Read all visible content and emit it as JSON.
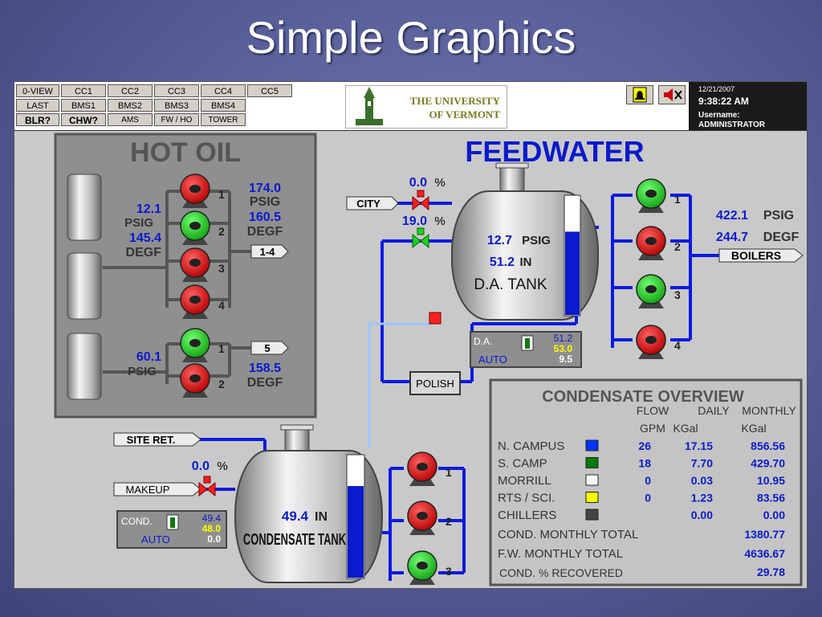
{
  "slide": {
    "title": "Simple Graphics"
  },
  "nav": {
    "row1": [
      "0-VIEW",
      "CC1",
      "CC2",
      "CC3",
      "CC4",
      "CC5"
    ],
    "row2": [
      "LAST",
      "BMS1",
      "BMS2",
      "BMS3",
      "BMS4"
    ],
    "row3": [
      "BLR?",
      "CHW?",
      "AMS",
      "FW / HO",
      "TOWER"
    ]
  },
  "logo": {
    "line1": "THE UNIVERSITY",
    "line2": "OF VERMONT"
  },
  "header": {
    "date": "12/21/2007",
    "time": "9:38:22 AM",
    "user_label": "Username:",
    "user": "ADMINISTRATOR"
  },
  "icons": {
    "alarm": "bell-icon",
    "mute": "speaker-mute-icon"
  },
  "hot_oil": {
    "title": "HOT OIL",
    "group_a": {
      "psig": "12.1",
      "psig_unit": "PSIG",
      "degf": "145.4",
      "degf_unit": "DEGF",
      "out_psig": "174.0",
      "out_psig_unit": "PSIG",
      "out_degf": "160.5",
      "out_degf_unit": "DEGF",
      "tag": "1-4",
      "pumps": [
        "1",
        "2",
        "3",
        "4"
      ]
    },
    "group_b": {
      "psig": "60.1",
      "psig_unit": "PSIG",
      "tag": "5",
      "degf": "158.5",
      "degf_unit": "DEGF",
      "pumps": [
        "1",
        "2"
      ]
    }
  },
  "feedwater": {
    "title": "FEEDWATER",
    "city_label": "CITY",
    "city_valve_pct": "0.0",
    "valve2_pct": "19.0",
    "pct_unit": "%",
    "da_tank": {
      "psig": "12.7",
      "psig_unit": "PSIG",
      "level": "51.2",
      "level_unit": "IN",
      "name": "D.A. TANK",
      "level_fraction": 0.7
    },
    "da_controller": {
      "label": "D.A.",
      "mode": "AUTO",
      "pv": "51.2",
      "sp": "53.0",
      "out": "9.5"
    },
    "polish": "POLISH",
    "pumps": [
      "1",
      "2",
      "3",
      "4"
    ],
    "out_psig": "422.1",
    "out_psig_unit": "PSIG",
    "out_degf": "244.7",
    "out_degf_unit": "DEGF",
    "boilers": "BOILERS"
  },
  "condensate": {
    "site_ret": "SITE RET.",
    "makeup": "MAKEUP",
    "makeup_pct": "0.0",
    "pct_unit": "%",
    "tank": {
      "level": "49.4",
      "level_unit": "IN",
      "name": "CONDENSATE TANK",
      "level_fraction": 0.75
    },
    "controller": {
      "label": "COND.",
      "mode": "AUTO",
      "pv": "49.4",
      "sp": "48.0",
      "out": "0.0"
    },
    "pumps": [
      "1",
      "2",
      "3"
    ]
  },
  "overview": {
    "title": "CONDENSATE OVERVIEW",
    "col_headers_1": [
      "FLOW",
      "DAILY",
      "MONTHLY"
    ],
    "col_headers_2": [
      "GPM",
      "KGal",
      "KGal"
    ],
    "rows": [
      {
        "name": "N. CAMPUS",
        "color": "#0033ff",
        "gpm": "26",
        "daily": "17.15",
        "monthly": "856.56"
      },
      {
        "name": "S. CAMP",
        "color": "#0a7a0a",
        "gpm": "18",
        "daily": "7.70",
        "monthly": "429.70"
      },
      {
        "name": "MORRILL",
        "color": "#ffffff",
        "gpm": "0",
        "daily": "0.03",
        "monthly": "10.95"
      },
      {
        "name": "RTS / SCI.",
        "color": "#ffff00",
        "gpm": "0",
        "daily": "1.23",
        "monthly": "83.56"
      },
      {
        "name": "CHILLERS",
        "color": "#444444",
        "gpm": "",
        "daily": "0.00",
        "monthly": "0.00"
      }
    ],
    "cond_total_label": "COND. MONTHLY TOTAL",
    "cond_total": "1380.77",
    "fw_total_label": "F.W. MONTHLY TOTAL",
    "fw_total": "4636.67",
    "recovered_label": "COND. % RECOVERED",
    "recovered": "29.78"
  }
}
